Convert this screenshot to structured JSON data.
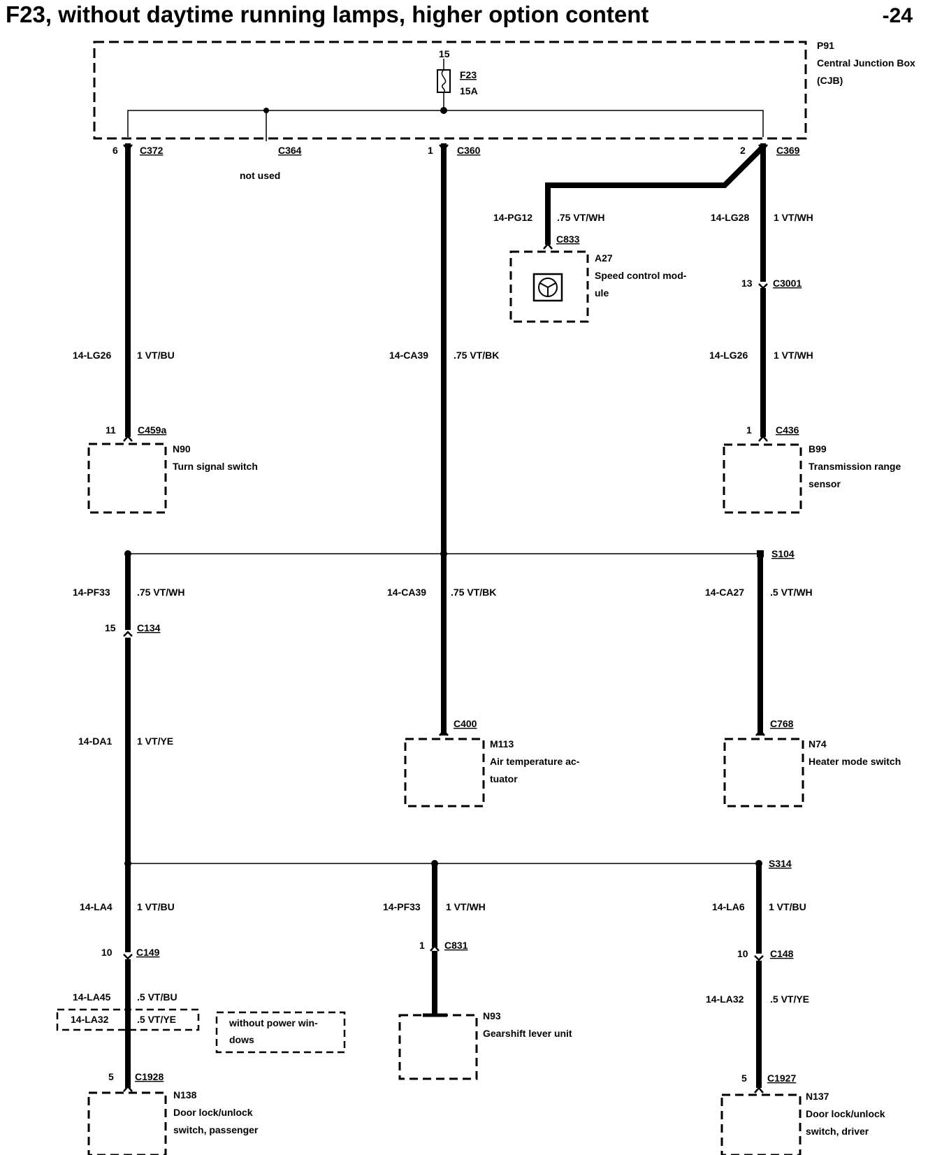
{
  "header": {
    "title": "F23, without daytime running lamps, higher option content",
    "page_number": "-24"
  },
  "cjb": {
    "id": "P91",
    "name_line1": "Central Junction Box",
    "name_line2": "(CJB)",
    "fuse_pin": "15",
    "fuse_id": "F23",
    "fuse_rating": "15A"
  },
  "connectors_top": {
    "c372": {
      "pin": "6",
      "id": "C372"
    },
    "c364": {
      "id": "C364",
      "note": "not used"
    },
    "c360": {
      "pin": "1",
      "id": "C360"
    },
    "c369": {
      "pin": "2",
      "id": "C369"
    }
  },
  "wires": {
    "lg26_left": {
      "code": "14-LG26",
      "spec": "1 VT/BU"
    },
    "ca39_top": {
      "code": "14-CA39",
      "spec": ".75 VT/BK"
    },
    "pg12": {
      "code": "14-PG12",
      "spec": ".75 VT/WH"
    },
    "lg28": {
      "code": "14-LG28",
      "spec": "1 VT/WH"
    },
    "lg26_right": {
      "code": "14-LG26",
      "spec": "1 VT/WH"
    },
    "pf33_top": {
      "code": "14-PF33",
      "spec": ".75 VT/WH"
    },
    "ca39_mid": {
      "code": "14-CA39",
      "spec": ".75 VT/BK"
    },
    "ca27": {
      "code": "14-CA27",
      "spec": ".5 VT/WH"
    },
    "da1": {
      "code": "14-DA1",
      "spec": "1 VT/YE"
    },
    "la4": {
      "code": "14-LA4",
      "spec": "1 VT/BU"
    },
    "pf33_bot": {
      "code": "14-PF33",
      "spec": "1 VT/WH"
    },
    "la6": {
      "code": "14-LA6",
      "spec": "1 VT/BU"
    },
    "la45": {
      "code": "14-LA45",
      "spec": ".5 VT/BU"
    },
    "la32_left": {
      "code": "14-LA32",
      "spec": ".5 VT/YE"
    },
    "la32_right": {
      "code": "14-LA32",
      "spec": ".5 VT/YE"
    }
  },
  "variant_note": {
    "line1": "without power win-",
    "line2": "dows"
  },
  "components": {
    "a27": {
      "conn": "C833",
      "id": "A27",
      "line1": "Speed control mod-",
      "line2": "ule"
    },
    "c3001": {
      "pin": "13",
      "id": "C3001"
    },
    "n90": {
      "pin": "11",
      "conn": "C459a",
      "id": "N90",
      "line1": "Turn signal switch"
    },
    "b99": {
      "pin": "1",
      "conn": "C436",
      "id": "B99",
      "line1": "Transmission range",
      "line2": "sensor"
    },
    "s104": {
      "id": "S104"
    },
    "c134": {
      "pin": "15",
      "id": "C134"
    },
    "m113": {
      "conn": "C400",
      "id": "M113",
      "line1": "Air temperature ac-",
      "line2": "tuator"
    },
    "n74": {
      "conn": "C768",
      "id": "N74",
      "line1": "Heater mode switch"
    },
    "s314": {
      "id": "S314"
    },
    "c149": {
      "pin": "10",
      "id": "C149"
    },
    "c831": {
      "pin": "1",
      "id": "C831"
    },
    "c148": {
      "pin": "10",
      "id": "C148"
    },
    "n93": {
      "id": "N93",
      "line1": "Gearshift lever unit"
    },
    "n138": {
      "pin": "5",
      "conn": "C1928",
      "id": "N138",
      "line1": "Door lock/unlock",
      "line2": "switch, passenger"
    },
    "n137": {
      "pin": "5",
      "conn": "C1927",
      "id": "N137",
      "line1": "Door lock/unlock",
      "line2": "switch, driver"
    }
  }
}
